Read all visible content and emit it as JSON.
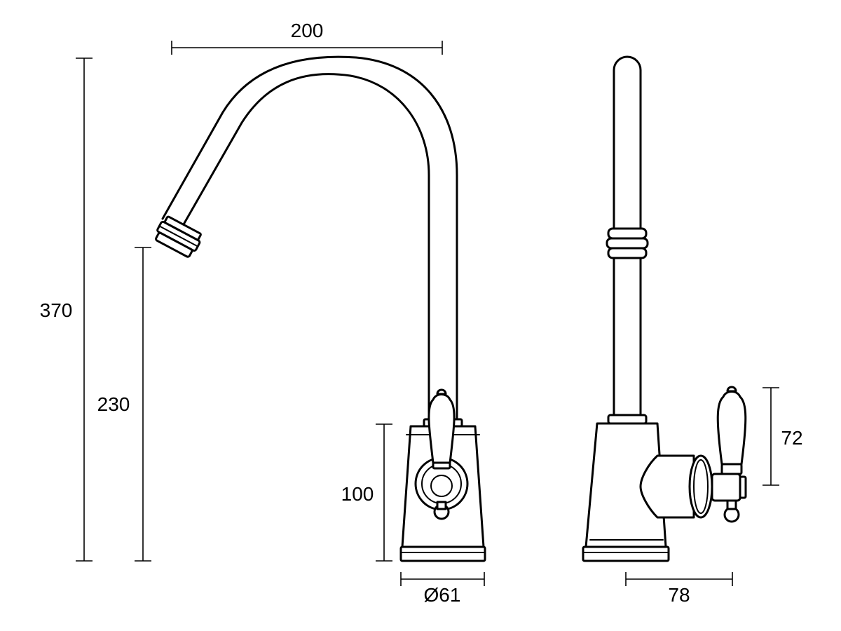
{
  "dimensions": {
    "spout_reach": "200",
    "overall_height": "370",
    "spout_outlet_height": "230",
    "body_height": "100",
    "base_diameter": "Ø61",
    "handle_height": "72",
    "side_depth": "78"
  },
  "colors": {
    "line": "#000000",
    "background": "#ffffff"
  }
}
